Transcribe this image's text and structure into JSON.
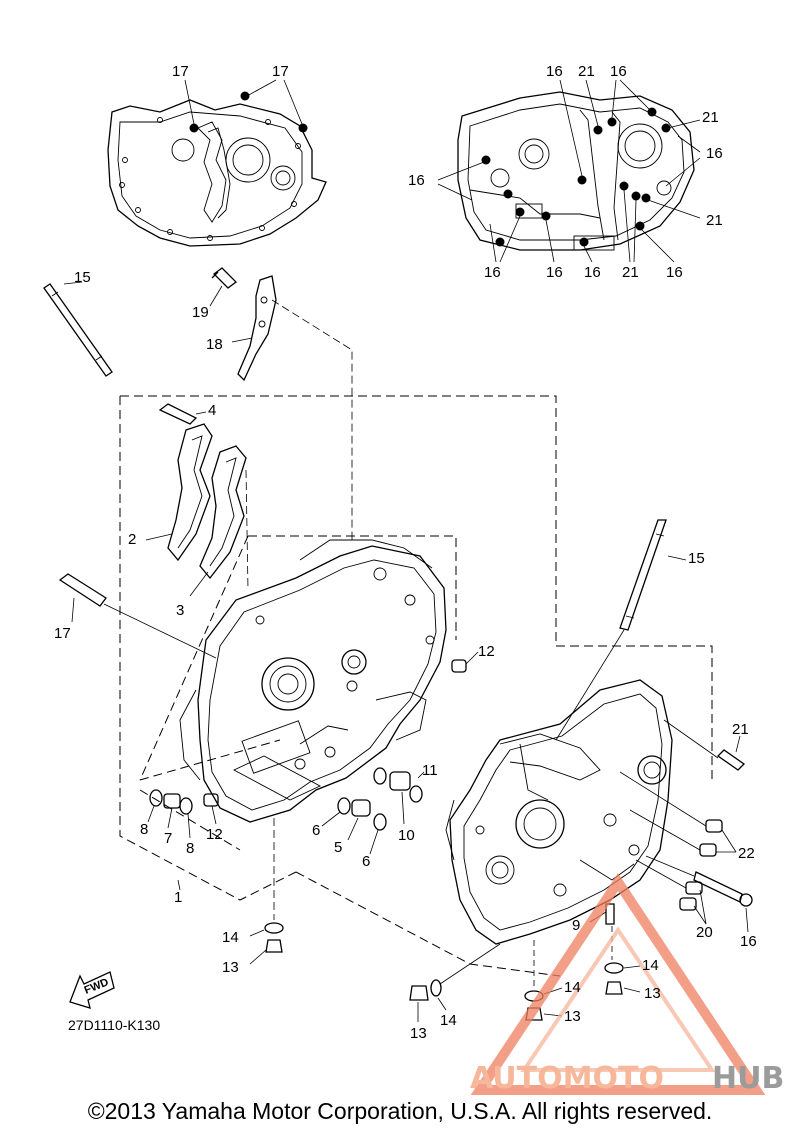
{
  "diagram": {
    "drawing_code": "27D1110-K130",
    "fwd_label": "FWD",
    "copyright": "©2013 Yamaha Motor Corporation, U.S.A. All rights reserved.",
    "watermark": {
      "part1": "AUTOMOTO",
      "part2": "HUB",
      "accent": "#f08060",
      "gray": "#7a7a7a"
    },
    "callouts": [
      {
        "id": "c17a",
        "text": "17"
      },
      {
        "id": "c17b",
        "text": "17"
      },
      {
        "id": "c16a",
        "text": "16"
      },
      {
        "id": "c21a",
        "text": "21"
      },
      {
        "id": "c16b",
        "text": "16"
      },
      {
        "id": "c21b",
        "text": "21"
      },
      {
        "id": "c16c",
        "text": "16"
      },
      {
        "id": "c16d",
        "text": "16"
      },
      {
        "id": "c21c",
        "text": "21"
      },
      {
        "id": "c16e",
        "text": "16"
      },
      {
        "id": "c16f",
        "text": "16"
      },
      {
        "id": "c16g",
        "text": "16"
      },
      {
        "id": "c21d",
        "text": "21"
      },
      {
        "id": "c16h",
        "text": "16"
      },
      {
        "id": "c15a",
        "text": "15"
      },
      {
        "id": "c19",
        "text": "19"
      },
      {
        "id": "c18",
        "text": "18"
      },
      {
        "id": "c4",
        "text": "4"
      },
      {
        "id": "c2",
        "text": "2"
      },
      {
        "id": "c3",
        "text": "3"
      },
      {
        "id": "c17c",
        "text": "17"
      },
      {
        "id": "c12a",
        "text": "12"
      },
      {
        "id": "c11",
        "text": "11"
      },
      {
        "id": "c15b",
        "text": "15"
      },
      {
        "id": "c21e",
        "text": "21"
      },
      {
        "id": "c8a",
        "text": "8"
      },
      {
        "id": "c7",
        "text": "7"
      },
      {
        "id": "c8b",
        "text": "8"
      },
      {
        "id": "c12b",
        "text": "12"
      },
      {
        "id": "c6a",
        "text": "6"
      },
      {
        "id": "c5",
        "text": "5"
      },
      {
        "id": "c6b",
        "text": "6"
      },
      {
        "id": "c10",
        "text": "10"
      },
      {
        "id": "c22",
        "text": "22"
      },
      {
        "id": "c1",
        "text": "1"
      },
      {
        "id": "c20",
        "text": "20"
      },
      {
        "id": "c16i",
        "text": "16"
      },
      {
        "id": "c9",
        "text": "9"
      },
      {
        "id": "c14a",
        "text": "14"
      },
      {
        "id": "c13a",
        "text": "13"
      },
      {
        "id": "c14b",
        "text": "14"
      },
      {
        "id": "c13b",
        "text": "13"
      },
      {
        "id": "c14c",
        "text": "14"
      },
      {
        "id": "c13c",
        "text": "13"
      },
      {
        "id": "c14d",
        "text": "14"
      },
      {
        "id": "c13d",
        "text": "13"
      }
    ]
  }
}
